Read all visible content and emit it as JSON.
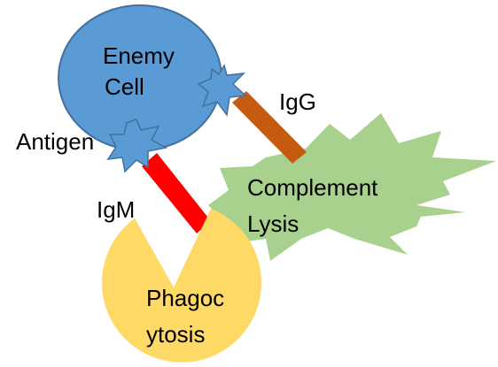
{
  "labels": {
    "enemy_cell_line1": "Enemy",
    "enemy_cell_line2": "Cell",
    "antigen": "Antigen",
    "igg": "IgG",
    "igm": "IgM",
    "complement_line1": "Complement",
    "complement_line2": "Lysis",
    "phagocytosis_line1": "Phagoc",
    "phagocytosis_line2": "ytosis"
  },
  "colors": {
    "enemy_cell_fill": "#5b9bd5",
    "enemy_cell_stroke": "#41719c",
    "antigen_fill": "#5b9bd5",
    "antigen_stroke": "#41719c",
    "igg_bar": "#c55a11",
    "igm_bar": "#ff0000",
    "complement_fill": "#a9d18e",
    "phagocyte_fill": "#ffd966"
  }
}
